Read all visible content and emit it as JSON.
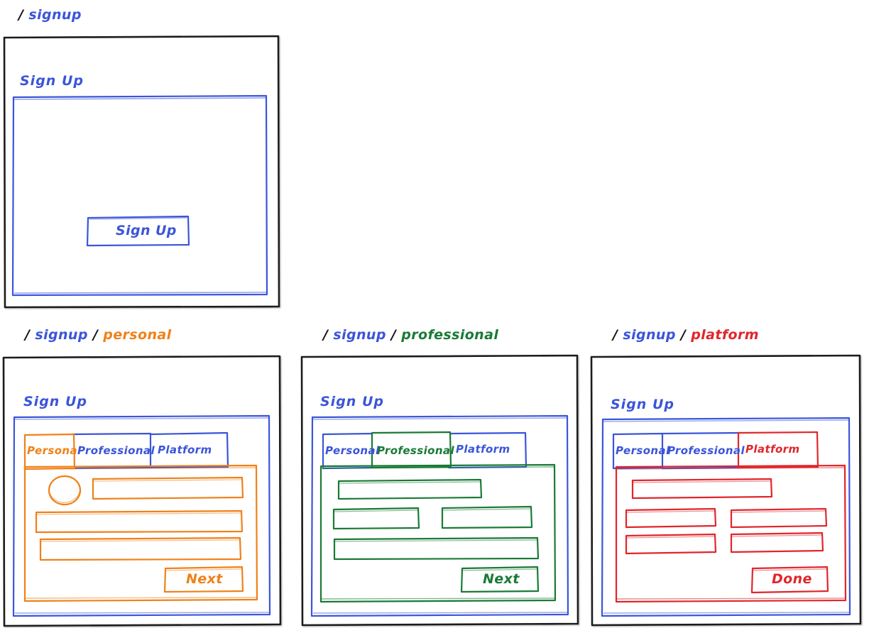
{
  "palette": {
    "blue": "#3b55d9",
    "orange": "#ef8119",
    "green": "#1a7a36",
    "red": "#e0262b",
    "black": "#1a1a1a",
    "background": "#ffffff"
  },
  "screens": [
    {
      "id": "signup",
      "breadcrumb": {
        "sep1": "/",
        "level1": "signup"
      },
      "card_title": "Sign Up",
      "panel_color": "blue",
      "primary_button": "Sign Up",
      "tabs": [],
      "fields": []
    },
    {
      "id": "signup-personal",
      "breadcrumb": {
        "sep1": "/",
        "level1": "signup",
        "sep2": "/",
        "level2": "personal"
      },
      "card_title": "Sign Up",
      "panel_color": "blue",
      "accent_color": "orange",
      "tabs": [
        {
          "label": "Personal",
          "active": true
        },
        {
          "label": "Professional",
          "active": false
        },
        {
          "label": "Platform",
          "active": false
        }
      ],
      "fields": [
        {
          "type": "avatar-circle"
        },
        {
          "type": "input",
          "span": "right-of-avatar"
        },
        {
          "type": "input",
          "span": "full"
        },
        {
          "type": "input",
          "span": "full"
        }
      ],
      "primary_button": "Next"
    },
    {
      "id": "signup-professional",
      "breadcrumb": {
        "sep1": "/",
        "level1": "signup",
        "sep2": "/",
        "level2": "professional"
      },
      "card_title": "Sign Up",
      "panel_color": "blue",
      "accent_color": "green",
      "tabs": [
        {
          "label": "Personal",
          "active": false
        },
        {
          "label": "Professional",
          "active": true
        },
        {
          "label": "Platform",
          "active": false
        }
      ],
      "fields": [
        {
          "type": "input",
          "span": "wide"
        },
        {
          "type": "input",
          "span": "half-left"
        },
        {
          "type": "input",
          "span": "half-right"
        },
        {
          "type": "input",
          "span": "full"
        }
      ],
      "primary_button": "Next"
    },
    {
      "id": "signup-platform",
      "breadcrumb": {
        "sep1": "/",
        "level1": "signup",
        "sep2": "/",
        "level2": "platform"
      },
      "card_title": "Sign Up",
      "panel_color": "blue",
      "accent_color": "red",
      "tabs": [
        {
          "label": "Personal",
          "active": false
        },
        {
          "label": "Professional",
          "active": false
        },
        {
          "label": "Platform",
          "active": true
        }
      ],
      "fields": [
        {
          "type": "input",
          "span": "wide"
        },
        {
          "type": "input",
          "span": "half-left"
        },
        {
          "type": "input",
          "span": "half-right"
        },
        {
          "type": "input",
          "span": "half-left"
        },
        {
          "type": "input",
          "span": "half-right"
        }
      ],
      "primary_button": "Done"
    }
  ]
}
